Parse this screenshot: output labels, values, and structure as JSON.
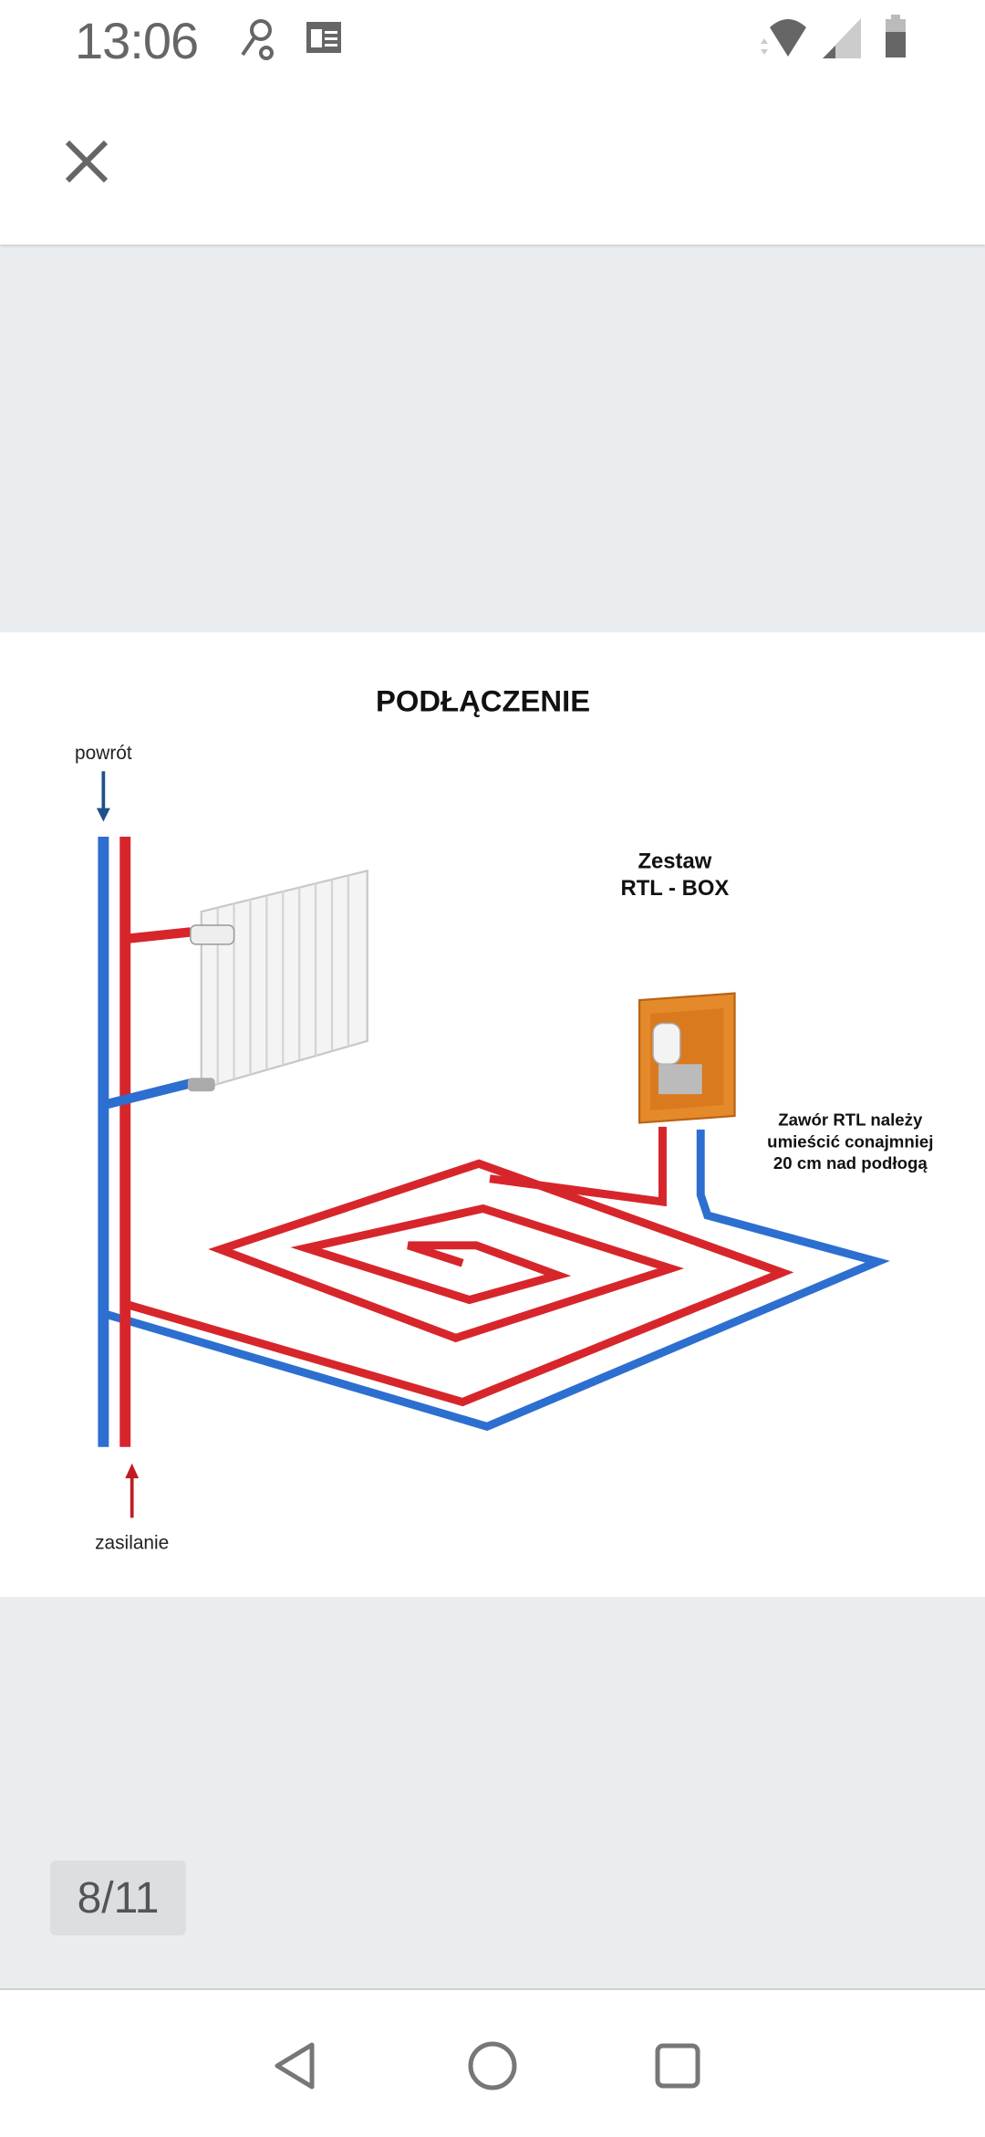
{
  "status_bar": {
    "time": "13:06",
    "icons": [
      "key-icon",
      "news-icon",
      "wifi-icon",
      "signal-icon",
      "battery-icon"
    ]
  },
  "header": {
    "close_icon": "close-icon"
  },
  "image": {
    "title": "PODŁĄCZENIE",
    "label_return": "powrót",
    "label_supply": "zasilanie",
    "kit_line1": "Zestaw",
    "kit_line2": "RTL - BOX",
    "note_line1": "Zawór RTL należy",
    "note_line2": "umieścić conajmniej",
    "note_line3": "20 cm nad podłogą",
    "colors": {
      "supply": "#d7262b",
      "return": "#2d6fd0",
      "box": "#e58a2a"
    }
  },
  "pager": {
    "counter": "8/11"
  },
  "nav": {
    "icons": [
      "back-icon",
      "home-icon",
      "recents-icon"
    ]
  }
}
